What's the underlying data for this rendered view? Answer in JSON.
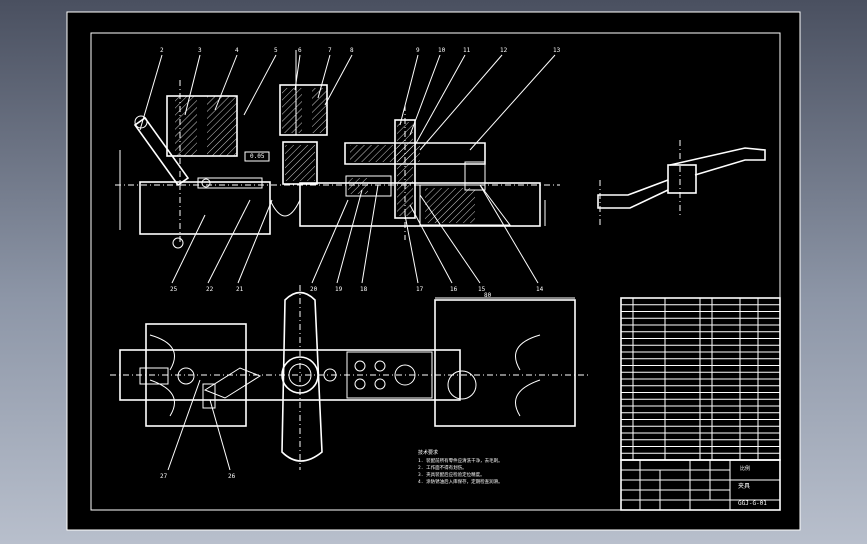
{
  "drawing": {
    "background_color": "#000000",
    "line_color": "#ffffff",
    "leader_labels_top": [
      "2",
      "3",
      "4",
      "5",
      "6",
      "7",
      "8",
      "9",
      "10",
      "11",
      "12",
      "13"
    ],
    "leader_labels_bottom": [
      "25",
      "22",
      "21",
      "20",
      "19",
      "18",
      "17",
      "16",
      "15",
      "14"
    ],
    "leader_labels_plan": [
      "27",
      "26"
    ],
    "dimension_note": "0.05",
    "dimension_plan": "80",
    "notes_title": "技术要求",
    "notes": [
      "1. 装配前所有零件应清洗干净，去毛刺。",
      "2. 工作面不得有划伤。",
      "3. 夹具装配后应检验定位精度。",
      "4. 涂防锈油后入库保存，定期检查润滑。"
    ],
    "title_block": {
      "drawing_number": "GGJ-G-01",
      "parts_row_count": 24,
      "part_name": "夹具",
      "mark": "比例"
    }
  }
}
